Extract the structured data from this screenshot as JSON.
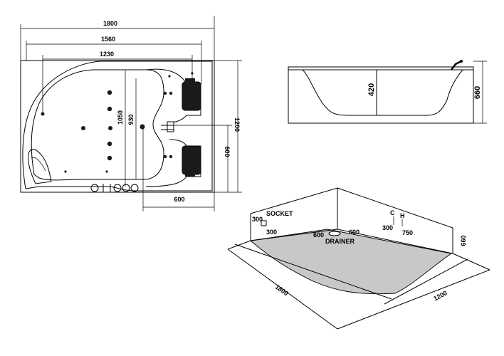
{
  "top_view": {
    "overall_length": "1800",
    "inner_length": "1560",
    "basin_length": "1230",
    "width": "1200",
    "half_width": "600",
    "seat_depth": "600",
    "basin_1050": "1050",
    "basin_930": "930"
  },
  "side_view": {
    "depth": "420",
    "height": "660"
  },
  "installation_view": {
    "socket_label": "SOCKET",
    "socket_height": "300",
    "socket_offset": "300",
    "drainer_label": "DRAINER",
    "drainer_x": "600",
    "drainer_y": "600",
    "cold_label": "C",
    "hot_label": "H",
    "valve_height": "300",
    "valve_offset": "750",
    "wall_height": "660",
    "floor_length": "1800",
    "floor_width": "1200"
  }
}
